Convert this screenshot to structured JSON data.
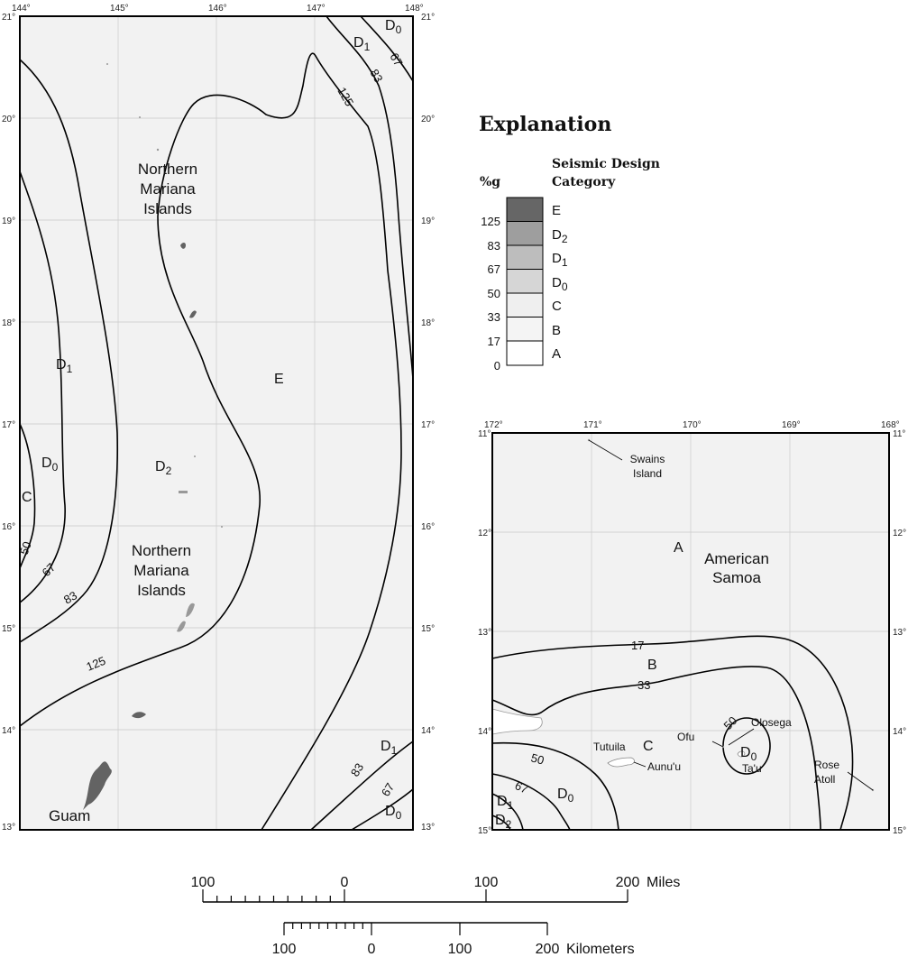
{
  "mariana_map": {
    "lon_ticks": [
      "144°",
      "145°",
      "146°",
      "147°",
      "148°"
    ],
    "lat_ticks": [
      "21°",
      "20°",
      "19°",
      "18°",
      "17°",
      "16°",
      "15°",
      "14°",
      "13°"
    ],
    "labels": {
      "nmi_north_1": "Northern",
      "nmi_north_2": "Mariana",
      "nmi_north_3": "Islands",
      "nmi_south_1": "Northern",
      "nmi_south_2": "Mariana",
      "nmi_south_3": "Islands",
      "guam": "Guam"
    },
    "categories": {
      "e": "E",
      "d2": "D",
      "d2_sub": "2",
      "d1_left": "D",
      "d1_left_sub": "1",
      "d0_left": "D",
      "d0_left_sub": "0",
      "c_left": "C",
      "d1_top": "D",
      "d1_top_sub": "1",
      "d0_top": "D",
      "d0_top_sub": "0",
      "d1_bottom": "D",
      "d1_bottom_sub": "1",
      "d0_bottom": "D",
      "d0_bottom_sub": "0"
    },
    "contour_labels": {
      "c50": "50",
      "c67_left": "67",
      "c83_left": "83",
      "c125_left": "125",
      "c125_top": "125",
      "c83_top": "83",
      "c67_top": "67",
      "c83_bottom": "83",
      "c67_bottom": "67"
    }
  },
  "explanation": {
    "title": "Explanation",
    "col_pct": "%g",
    "col_sdc_1": "Seismic Design",
    "col_sdc_2": "Category",
    "thresholds": [
      "125",
      "83",
      "67",
      "50",
      "33",
      "17",
      "0"
    ],
    "rows": [
      {
        "cat": "E",
        "sub": "",
        "color": "#666666"
      },
      {
        "cat": "D",
        "sub": "2",
        "color": "#9e9e9e"
      },
      {
        "cat": "D",
        "sub": "1",
        "color": "#bdbdbd"
      },
      {
        "cat": "D",
        "sub": "0",
        "color": "#d6d6d6"
      },
      {
        "cat": "C",
        "sub": "",
        "color": "#efefef"
      },
      {
        "cat": "B",
        "sub": "",
        "color": "#f4f4f4"
      },
      {
        "cat": "A",
        "sub": "",
        "color": "#ffffff"
      }
    ]
  },
  "samoa_map": {
    "lon_ticks": [
      "172°",
      "171°",
      "170°",
      "169°",
      "168°"
    ],
    "lat_ticks": [
      "11°",
      "12°",
      "13°",
      "14°",
      "15°"
    ],
    "labels": {
      "swains_1": "Swains",
      "swains_2": "Island",
      "american": "American",
      "samoa": "Samoa",
      "tutuila": "Tutuila",
      "aunuu": "Aunu'u",
      "ofu": "Ofu",
      "olosega": "Olosega",
      "tau": "Ta'u",
      "rose_1": "Rose",
      "rose_2": "Atoll"
    },
    "categories": {
      "a": "A",
      "b": "B",
      "c": "C",
      "d0_center": "D",
      "d0_center_sub": "0",
      "d0_low": "D",
      "d0_low_sub": "0",
      "d1": "D",
      "d1_sub": "1",
      "d2": "D",
      "d2_sub": "2"
    },
    "contour_labels": {
      "c17": "17",
      "c33": "33",
      "c50_left": "50",
      "c67": "67",
      "c50_ring": "50"
    }
  },
  "scale_bars": {
    "miles": {
      "labels": [
        "100",
        "0",
        "100",
        "200"
      ],
      "unit": "Miles"
    },
    "kilometers": {
      "labels": [
        "100",
        "0",
        "100",
        "200"
      ],
      "unit": "Kilometers"
    }
  }
}
